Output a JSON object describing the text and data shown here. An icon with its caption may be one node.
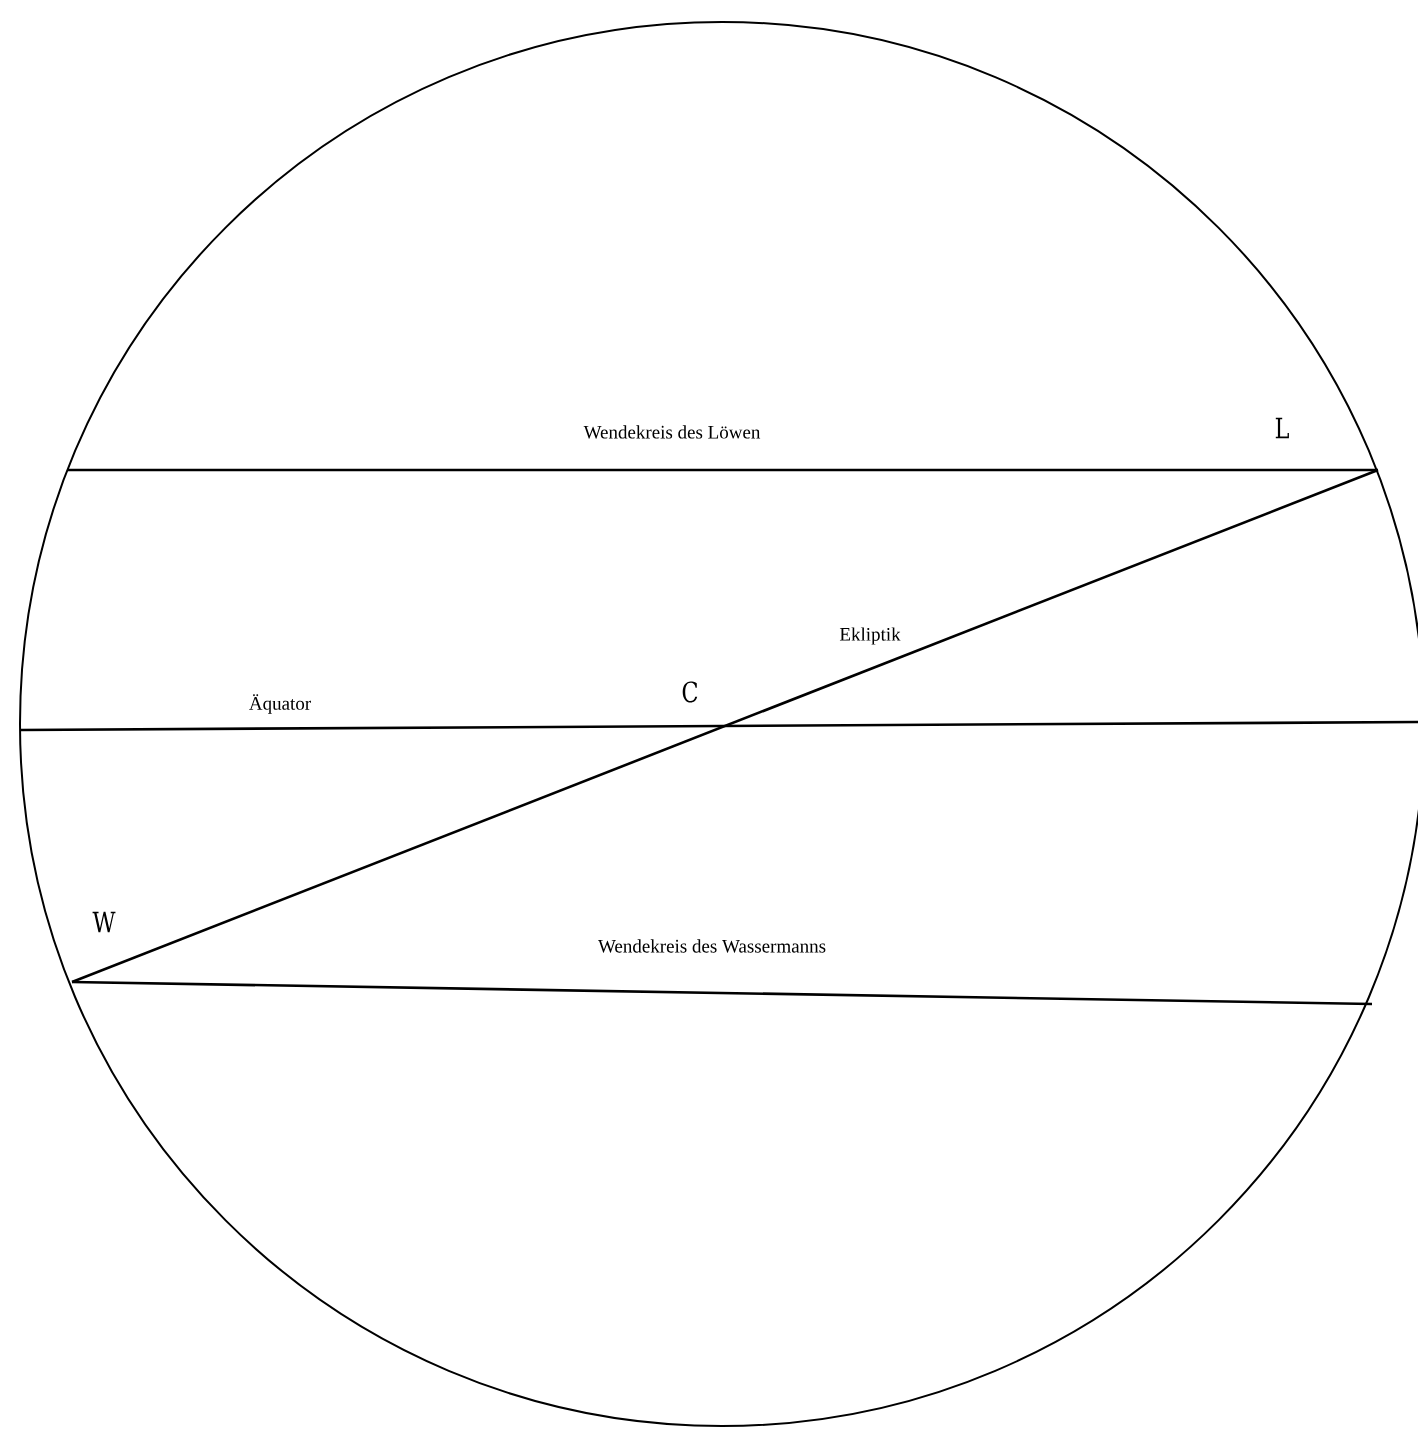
{
  "diagram": {
    "labels": [
      "Wendekreis des Löwen",
      "L",
      "Ekliptik",
      "Äquator",
      "C",
      "W",
      "Wendekreis des Wassermanns"
    ]
  }
}
